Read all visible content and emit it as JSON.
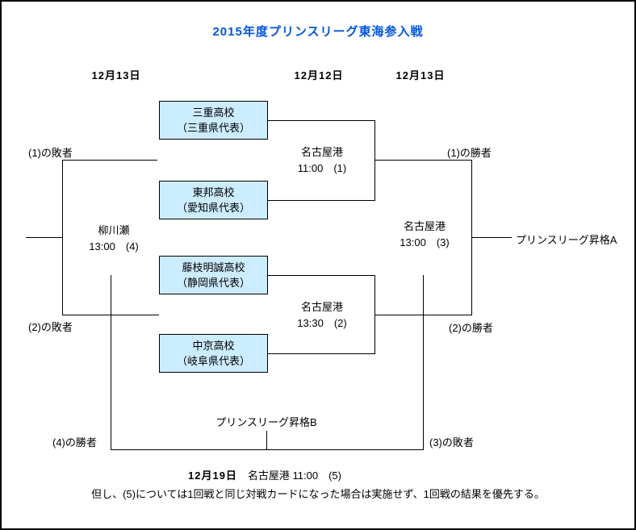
{
  "title": "2015年度プリンスリーグ東海参入戦",
  "colors": {
    "title_blue": "#0055e5",
    "team_box_fill": "#ccecff",
    "line_black": "#000000",
    "background": "#ffffff"
  },
  "columns": {
    "left_date": "12月13日",
    "middle_date": "12月12日",
    "right_date": "12月13日"
  },
  "teams": [
    {
      "name": "三重高校",
      "rep": "（三重県代表）"
    },
    {
      "name": "東邦高校",
      "rep": "（愛知県代表）"
    },
    {
      "name": "藤枝明誠高校",
      "rep": "（静岡県代表）"
    },
    {
      "name": "中京高校",
      "rep": "（岐阜県代表）"
    }
  ],
  "matches": [
    {
      "venue": "名古屋港",
      "time": "11:00　(1)"
    },
    {
      "venue": "名古屋港",
      "time": "13:30　(2)"
    },
    {
      "venue": "名古屋港",
      "time": "13:00　(3)"
    },
    {
      "venue": "柳川瀬",
      "time": "13:00　(4)"
    }
  ],
  "connector_labels": {
    "loser1": "(1)の敗者",
    "winner1": "(1)の勝者",
    "loser2": "(2)の敗者",
    "winner2": "(2)の勝者",
    "winner4": "(4)の勝者",
    "loser3": "(3)の敗者"
  },
  "promotions": {
    "a": "プリンスリーグ昇格A",
    "b": "プリンスリーグ昇格B"
  },
  "final_match": {
    "date": "12月19日",
    "rest": "　名古屋港 11:00　(5)"
  },
  "note": "但し、(5)については1回戦と同じ対戦カードになった場合は実施せず、1回戦の結果を優先する。"
}
